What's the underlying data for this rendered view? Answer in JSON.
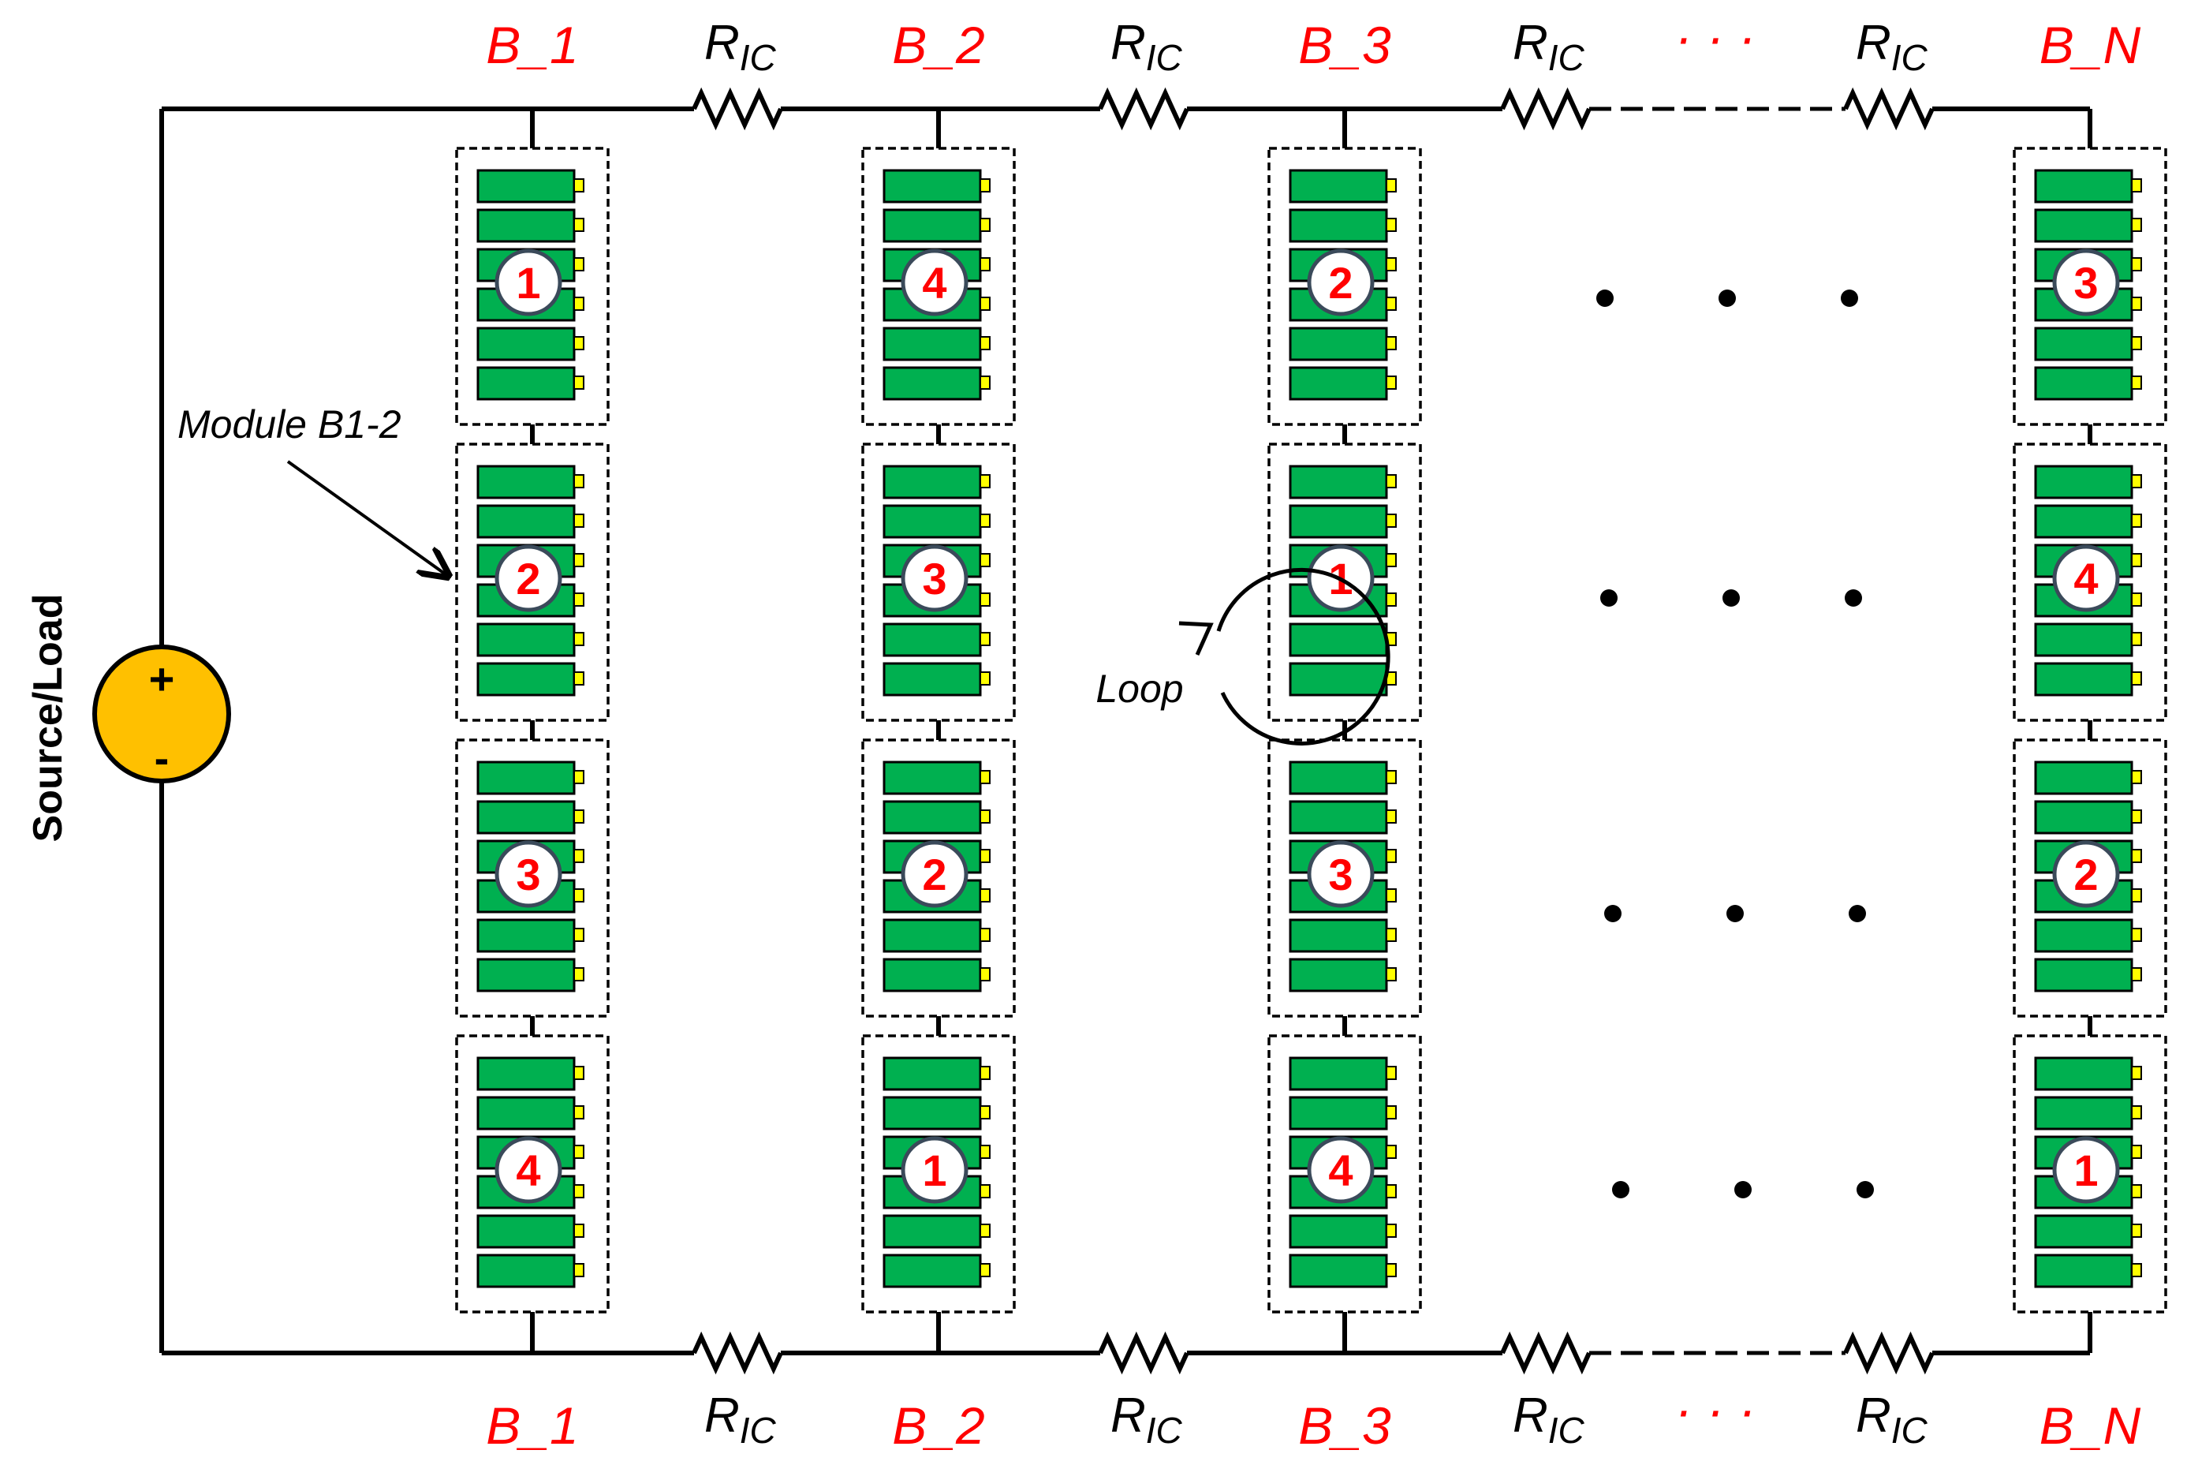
{
  "source": {
    "label": "Source/Load",
    "plus": "+",
    "minus": "-",
    "fill": "#ffc000"
  },
  "strings": [
    {
      "label": "B_1",
      "modules": [
        "1",
        "2",
        "3",
        "4"
      ]
    },
    {
      "label": "B_2",
      "modules": [
        "4",
        "3",
        "2",
        "1"
      ]
    },
    {
      "label": "B_3",
      "modules": [
        "2",
        "1",
        "3",
        "4"
      ]
    },
    {
      "label": "B_N",
      "modules": [
        "3",
        "4",
        "2",
        "1"
      ]
    }
  ],
  "resistor": {
    "main": "R",
    "sub": "IC"
  },
  "ellipsis": "· · ·",
  "annotation": {
    "module": "Module B1-2",
    "loop": "Loop"
  },
  "colors": {
    "cell": "#00b050",
    "terminal": "#ffff00",
    "label": "#ff0000",
    "wire": "#000000"
  }
}
